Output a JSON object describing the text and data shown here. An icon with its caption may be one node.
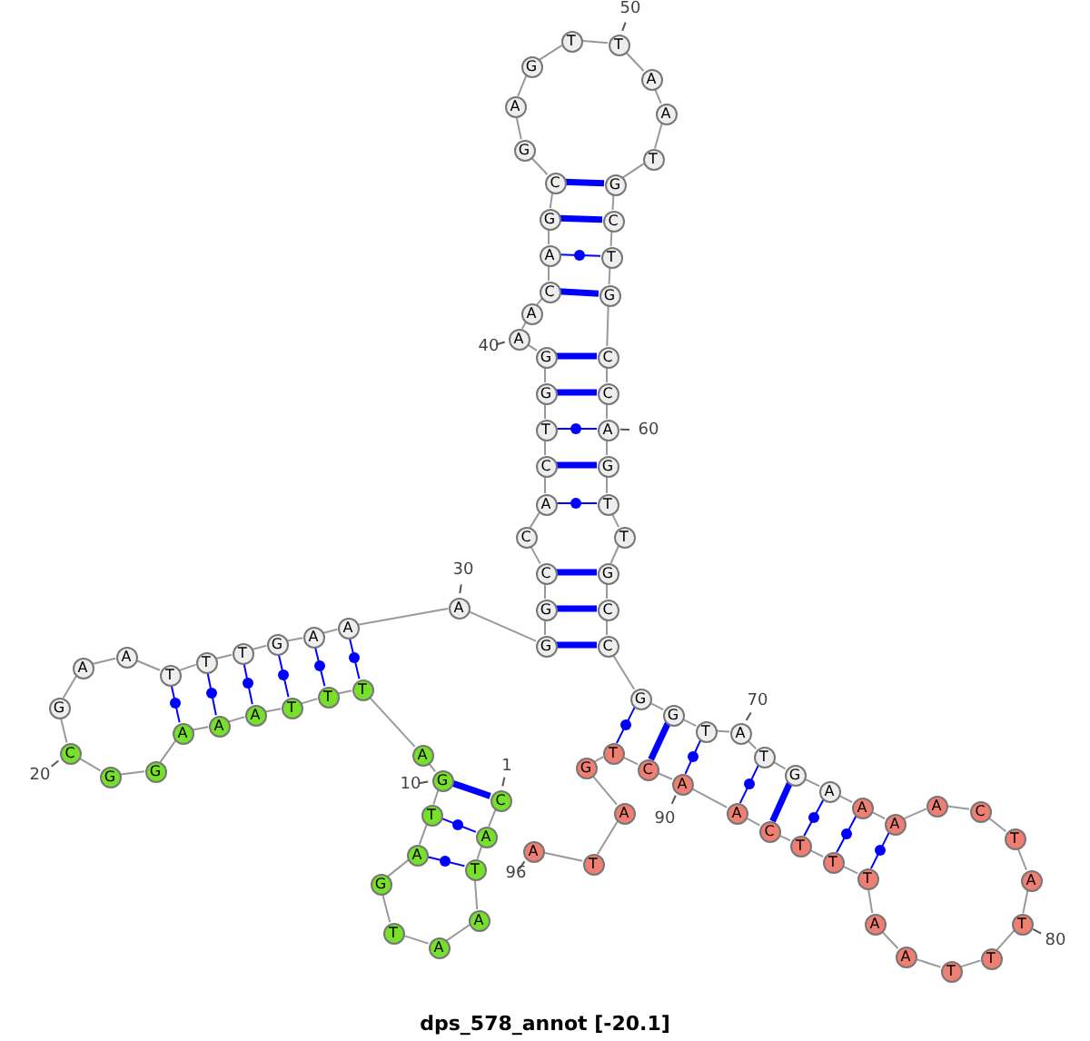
{
  "diagram": {
    "caption": "dps_578_annot [-20.1]",
    "nodes": [
      {
        "text": [
          "C"
        ],
        "beside": [
          "1"
        ]
      },
      {
        "text": [
          "A"
        ]
      },
      {
        "text": [
          "T"
        ]
      },
      {
        "text": [
          "A"
        ]
      },
      {
        "text": [
          "A"
        ]
      },
      {
        "text": [
          "T"
        ]
      },
      {
        "text": [
          "G"
        ]
      },
      {
        "text": [
          "A"
        ]
      },
      {
        "text": [
          "T"
        ]
      },
      {
        "text": [
          "G"
        ],
        "beside": [
          "10"
        ]
      },
      {
        "text": [
          "A"
        ]
      },
      {
        "text": [
          "T"
        ]
      },
      {
        "text": [
          "T"
        ]
      },
      {
        "text": [
          "T"
        ]
      },
      {
        "text": [
          "A"
        ]
      },
      {
        "text": [
          "A"
        ]
      },
      {
        "text": [
          "A"
        ]
      },
      {
        "text": [
          "G"
        ]
      },
      {
        "text": [
          "G"
        ]
      },
      {
        "text": [
          "C"
        ],
        "beside": [
          "20"
        ]
      },
      {
        "text": [
          "G"
        ]
      },
      {
        "text": [
          "A"
        ]
      },
      {
        "text": [
          "A"
        ]
      },
      {
        "text": [
          "T"
        ]
      },
      {
        "text": [
          "T"
        ]
      },
      {
        "text": [
          "T"
        ]
      },
      {
        "text": [
          "G"
        ]
      },
      {
        "text": [
          "A"
        ]
      },
      {
        "text": [
          "A"
        ]
      },
      {
        "text": [
          "A"
        ],
        "beside": [
          "30"
        ]
      },
      {
        "text": [
          "G"
        ]
      },
      {
        "text": [
          "G"
        ]
      },
      {
        "text": [
          "C"
        ]
      },
      {
        "text": [
          "C"
        ]
      },
      {
        "text": [
          "A"
        ]
      },
      {
        "text": [
          "C"
        ]
      },
      {
        "text": [
          "T"
        ]
      },
      {
        "text": [
          "G"
        ]
      },
      {
        "text": [
          "G"
        ]
      },
      {
        "text": [
          "A"
        ],
        "beside": [
          "40"
        ]
      },
      {
        "text": [
          "A"
        ]
      },
      {
        "text": [
          "C"
        ]
      },
      {
        "text": [
          "A"
        ]
      },
      {
        "text": [
          "G"
        ]
      },
      {
        "text": [
          "C"
        ]
      },
      {
        "text": [
          "G"
        ]
      },
      {
        "text": [
          "A"
        ]
      },
      {
        "text": [
          "G"
        ]
      },
      {
        "text": [
          "T"
        ]
      },
      {
        "text": [
          "T"
        ],
        "beside": [
          "50"
        ]
      },
      {
        "text": [
          "A"
        ]
      },
      {
        "text": [
          "A"
        ]
      },
      {
        "text": [
          "T"
        ]
      },
      {
        "text": [
          "G"
        ]
      },
      {
        "text": [
          "C"
        ]
      },
      {
        "text": [
          "T"
        ]
      },
      {
        "text": [
          "G"
        ]
      },
      {
        "text": [
          "C"
        ]
      },
      {
        "text": [
          "C"
        ]
      },
      {
        "text": [
          "A"
        ],
        "beside": [
          "60"
        ]
      },
      {
        "text": [
          "G"
        ]
      },
      {
        "text": [
          "T"
        ]
      },
      {
        "text": [
          "T"
        ]
      },
      {
        "text": [
          "G"
        ]
      },
      {
        "text": [
          "C"
        ]
      },
      {
        "text": [
          "C"
        ]
      },
      {
        "text": [
          "G"
        ]
      },
      {
        "text": [
          "G"
        ]
      },
      {
        "text": [
          "T"
        ]
      },
      {
        "text": [
          "A"
        ],
        "beside": [
          "70"
        ]
      },
      {
        "text": [
          "T"
        ]
      },
      {
        "text": [
          "G"
        ]
      },
      {
        "text": [
          "A"
        ]
      },
      {
        "text": [
          "A"
        ]
      },
      {
        "text": [
          "A"
        ]
      },
      {
        "text": [
          "A"
        ]
      },
      {
        "text": [
          "C"
        ]
      },
      {
        "text": [
          "T"
        ]
      },
      {
        "text": [
          "A"
        ]
      },
      {
        "text": [
          "T"
        ],
        "beside": [
          "80"
        ]
      },
      {
        "text": [
          "T"
        ]
      },
      {
        "text": [
          "T"
        ]
      },
      {
        "text": [
          "A"
        ]
      },
      {
        "text": [
          "A"
        ]
      },
      {
        "text": [
          "T"
        ]
      },
      {
        "text": [
          "T"
        ]
      },
      {
        "text": [
          "T"
        ]
      },
      {
        "text": [
          "C"
        ]
      },
      {
        "text": [
          "A"
        ]
      },
      {
        "text": [
          "A"
        ],
        "beside": [
          "90"
        ]
      },
      {
        "text": [
          "C"
        ]
      },
      {
        "text": [
          "T"
        ]
      },
      {
        "text": [
          "G"
        ]
      },
      {
        "text": [
          "A"
        ]
      },
      {
        "text": [
          "T"
        ]
      },
      {
        "text": [
          "A"
        ],
        "beside": [
          "96"
        ]
      }
    ],
    "edges": [
      {
        "from": 0,
        "to": 1,
        "arrow": "none"
      },
      {
        "from": 1,
        "to": 2,
        "arrow": "none"
      },
      {
        "from": 2,
        "to": 3,
        "arrow": "none"
      },
      {
        "from": 3,
        "to": 4,
        "arrow": "none"
      },
      {
        "from": 4,
        "to": 5,
        "arrow": "none"
      },
      {
        "from": 5,
        "to": 6,
        "arrow": "none"
      },
      {
        "from": 6,
        "to": 7,
        "arrow": "none"
      },
      {
        "from": 7,
        "to": 8,
        "arrow": "none"
      },
      {
        "from": 8,
        "to": 9,
        "arrow": "none"
      },
      {
        "from": 9,
        "to": 10,
        "arrow": "none"
      },
      {
        "from": 10,
        "to": 11,
        "arrow": "none"
      },
      {
        "from": 11,
        "to": 12,
        "arrow": "none"
      },
      {
        "from": 12,
        "to": 13,
        "arrow": "none"
      },
      {
        "from": 13,
        "to": 14,
        "arrow": "none"
      },
      {
        "from": 14,
        "to": 15,
        "arrow": "none"
      },
      {
        "from": 15,
        "to": 16,
        "arrow": "none"
      },
      {
        "from": 16,
        "to": 17,
        "arrow": "none"
      },
      {
        "from": 17,
        "to": 18,
        "arrow": "none"
      },
      {
        "from": 18,
        "to": 19,
        "arrow": "none"
      },
      {
        "from": 19,
        "to": 20,
        "arrow": "none"
      },
      {
        "from": 20,
        "to": 21,
        "arrow": "none"
      },
      {
        "from": 21,
        "to": 22,
        "arrow": "none"
      },
      {
        "from": 22,
        "to": 23,
        "arrow": "none"
      },
      {
        "from": 23,
        "to": 24,
        "arrow": "none"
      },
      {
        "from": 24,
        "to": 25,
        "arrow": "none"
      },
      {
        "from": 25,
        "to": 26,
        "arrow": "none"
      },
      {
        "from": 26,
        "to": 27,
        "arrow": "none"
      },
      {
        "from": 27,
        "to": 28,
        "arrow": "none"
      },
      {
        "from": 28,
        "to": 29,
        "arrow": "none"
      },
      {
        "from": 29,
        "to": 30,
        "arrow": "none"
      },
      {
        "from": 30,
        "to": 31,
        "arrow": "none"
      },
      {
        "from": 31,
        "to": 32,
        "arrow": "none"
      },
      {
        "from": 32,
        "to": 33,
        "arrow": "none"
      },
      {
        "from": 33,
        "to": 34,
        "arrow": "none"
      },
      {
        "from": 34,
        "to": 35,
        "arrow": "none"
      },
      {
        "from": 35,
        "to": 36,
        "arrow": "none"
      },
      {
        "from": 36,
        "to": 37,
        "arrow": "none"
      },
      {
        "from": 37,
        "to": 38,
        "arrow": "none"
      },
      {
        "from": 38,
        "to": 39,
        "arrow": "none"
      },
      {
        "from": 39,
        "to": 40,
        "arrow": "none"
      },
      {
        "from": 40,
        "to": 41,
        "arrow": "none"
      },
      {
        "from": 41,
        "to": 42,
        "arrow": "none"
      },
      {
        "from": 42,
        "to": 43,
        "arrow": "none"
      },
      {
        "from": 43,
        "to": 44,
        "arrow": "none"
      },
      {
        "from": 44,
        "to": 45,
        "arrow": "none"
      },
      {
        "from": 45,
        "to": 46,
        "arrow": "none"
      },
      {
        "from": 46,
        "to": 47,
        "arrow": "none"
      },
      {
        "from": 47,
        "to": 48,
        "arrow": "none"
      },
      {
        "from": 48,
        "to": 49,
        "arrow": "none"
      },
      {
        "from": 49,
        "to": 50,
        "arrow": "none"
      },
      {
        "from": 50,
        "to": 51,
        "arrow": "none"
      },
      {
        "from": 51,
        "to": 52,
        "arrow": "none"
      },
      {
        "from": 52,
        "to": 53,
        "arrow": "none"
      },
      {
        "from": 53,
        "to": 54,
        "arrow": "none"
      },
      {
        "from": 54,
        "to": 55,
        "arrow": "none"
      },
      {
        "from": 55,
        "to": 56,
        "arrow": "none"
      },
      {
        "from": 56,
        "to": 57,
        "arrow": "none"
      },
      {
        "from": 57,
        "to": 58,
        "arrow": "none"
      },
      {
        "from": 58,
        "to": 59,
        "arrow": "none"
      },
      {
        "from": 59,
        "to": 60,
        "arrow": "none"
      },
      {
        "from": 60,
        "to": 61,
        "arrow": "none"
      },
      {
        "from": 61,
        "to": 62,
        "arrow": "none"
      },
      {
        "from": 62,
        "to": 63,
        "arrow": "none"
      },
      {
        "from": 63,
        "to": 64,
        "arrow": "none"
      },
      {
        "from": 64,
        "to": 65,
        "arrow": "none"
      },
      {
        "from": 65,
        "to": 66,
        "arrow": "none"
      },
      {
        "from": 66,
        "to": 67,
        "arrow": "none"
      },
      {
        "from": 67,
        "to": 68,
        "arrow": "none"
      },
      {
        "from": 68,
        "to": 69,
        "arrow": "none"
      },
      {
        "from": 69,
        "to": 70,
        "arrow": "none"
      },
      {
        "from": 70,
        "to": 71,
        "arrow": "none"
      },
      {
        "from": 71,
        "to": 72,
        "arrow": "none"
      },
      {
        "from": 72,
        "to": 73,
        "arrow": "none"
      },
      {
        "from": 73,
        "to": 74,
        "arrow": "none"
      },
      {
        "from": 74,
        "to": 75,
        "arrow": "none"
      },
      {
        "from": 75,
        "to": 76,
        "arrow": "none"
      },
      {
        "from": 76,
        "to": 77,
        "arrow": "none"
      },
      {
        "from": 77,
        "to": 78,
        "arrow": "none"
      },
      {
        "from": 78,
        "to": 79,
        "arrow": "none"
      },
      {
        "from": 79,
        "to": 80,
        "arrow": "none"
      },
      {
        "from": 80,
        "to": 81,
        "arrow": "none"
      },
      {
        "from": 81,
        "to": 82,
        "arrow": "none"
      },
      {
        "from": 82,
        "to": 83,
        "arrow": "none"
      },
      {
        "from": 83,
        "to": 84,
        "arrow": "none"
      },
      {
        "from": 84,
        "to": 85,
        "arrow": "none"
      },
      {
        "from": 85,
        "to": 86,
        "arrow": "none"
      },
      {
        "from": 86,
        "to": 87,
        "arrow": "none"
      },
      {
        "from": 87,
        "to": 88,
        "arrow": "none"
      },
      {
        "from": 88,
        "to": 89,
        "arrow": "none"
      },
      {
        "from": 89,
        "to": 90,
        "arrow": "none"
      },
      {
        "from": 90,
        "to": 91,
        "arrow": "none"
      },
      {
        "from": 91,
        "to": 92,
        "arrow": "none"
      },
      {
        "from": 92,
        "to": 93,
        "arrow": "none"
      },
      {
        "from": 93,
        "to": 94,
        "arrow": "none"
      },
      {
        "from": 94,
        "to": 95,
        "arrow": "none"
      },
      {
        "from": 0,
        "to": 9,
        "arrow": "none",
        "style": "thick",
        "color": "#0000ff"
      },
      {
        "from": 1,
        "to": 8,
        "arrow": "none",
        "color": "#0000ff"
      },
      {
        "from": 2,
        "to": 7,
        "arrow": "none",
        "color": "#0000ff"
      },
      {
        "from": 11,
        "to": 28,
        "arrow": "none",
        "color": "#0000ff"
      },
      {
        "from": 12,
        "to": 27,
        "arrow": "none",
        "color": "#0000ff"
      },
      {
        "from": 13,
        "to": 26,
        "arrow": "none",
        "color": "#0000ff"
      },
      {
        "from": 14,
        "to": 25,
        "arrow": "none",
        "color": "#0000ff"
      },
      {
        "from": 15,
        "to": 24,
        "arrow": "none",
        "color": "#0000ff"
      },
      {
        "from": 16,
        "to": 23,
        "arrow": "none",
        "color": "#0000ff"
      },
      {
        "from": 30,
        "to": 65,
        "arrow": "none",
        "style": "thick",
        "color": "#0000ff"
      },
      {
        "from": 31,
        "to": 64,
        "arrow": "none",
        "style": "thick",
        "color": "#0000ff"
      },
      {
        "from": 32,
        "to": 63,
        "arrow": "none",
        "style": "thick",
        "color": "#0000ff"
      },
      {
        "from": 34,
        "to": 61,
        "arrow": "none",
        "color": "#0000ff"
      },
      {
        "from": 35,
        "to": 60,
        "arrow": "none",
        "style": "thick",
        "color": "#0000ff"
      },
      {
        "from": 36,
        "to": 59,
        "arrow": "none",
        "color": "#0000ff"
      },
      {
        "from": 37,
        "to": 58,
        "arrow": "none",
        "style": "thick",
        "color": "#0000ff"
      },
      {
        "from": 38,
        "to": 57,
        "arrow": "none",
        "style": "thick",
        "color": "#0000ff"
      },
      {
        "from": 41,
        "to": 56,
        "arrow": "none",
        "style": "thick",
        "color": "#0000ff"
      },
      {
        "from": 42,
        "to": 55,
        "arrow": "none",
        "color": "#0000ff"
      },
      {
        "from": 43,
        "to": 54,
        "arrow": "none",
        "style": "thick",
        "color": "#0000ff"
      },
      {
        "from": 44,
        "to": 53,
        "arrow": "none",
        "style": "thick",
        "color": "#0000ff"
      },
      {
        "from": 66,
        "to": 91,
        "arrow": "none",
        "color": "#0000ff"
      },
      {
        "from": 67,
        "to": 90,
        "arrow": "none",
        "style": "thick",
        "color": "#0000ff"
      },
      {
        "from": 68,
        "to": 89,
        "arrow": "none",
        "color": "#0000ff"
      },
      {
        "from": 70,
        "to": 88,
        "arrow": "none",
        "color": "#0000ff"
      },
      {
        "from": 71,
        "to": 87,
        "arrow": "none",
        "style": "thick",
        "color": "#0000ff"
      },
      {
        "from": 72,
        "to": 86,
        "arrow": "none",
        "color": "#0000ff"
      },
      {
        "from": 73,
        "to": 85,
        "arrow": "none",
        "color": "#0000ff"
      },
      {
        "from": 74,
        "to": 84,
        "arrow": "none",
        "color": "#0000ff"
      }
    ]
  }
}
